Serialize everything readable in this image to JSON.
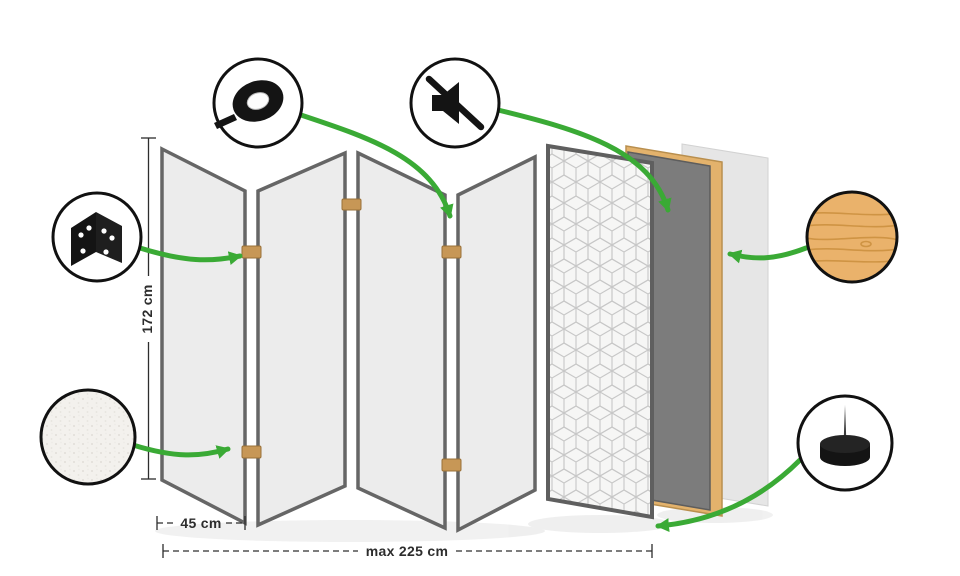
{
  "diagram": {
    "labels": {
      "height": "172 cm",
      "panel_width": "45 cm",
      "max_width": "max 225 cm"
    },
    "callouts": [
      {
        "icon": "hinge-icon"
      },
      {
        "icon": "texture-surface-icon"
      },
      {
        "icon": "adhesive-tape-icon"
      },
      {
        "icon": "mute-speaker-icon"
      },
      {
        "icon": "wood-texture-icon"
      },
      {
        "icon": "felt-pad-icon"
      }
    ],
    "colors": {
      "arrow": "#3aaa35",
      "panel_fill": "#ececec",
      "panel_edge": "#666666",
      "hinge": "#c79756",
      "wood_frame": "#e3b26c",
      "dark_core": "#7c7c7c",
      "wood_sample": "#eab26b",
      "outline": "#111111",
      "dimension": "#2d2d2d"
    }
  }
}
